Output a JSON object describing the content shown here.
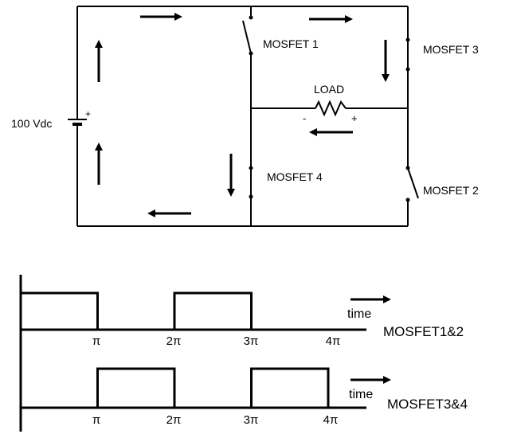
{
  "circuit": {
    "source_label": "100 Vdc",
    "source_plus": "+",
    "load_label": "LOAD",
    "load_minus": "-",
    "load_plus": "+",
    "switches": [
      {
        "id": "m1",
        "label": "MOSFET 1"
      },
      {
        "id": "m3",
        "label": "MOSFET 3"
      },
      {
        "id": "m4",
        "label": "MOSFET 4"
      },
      {
        "id": "m2",
        "label": "MOSFET 2"
      }
    ]
  },
  "timing": {
    "tick_labels": [
      "π",
      "2π",
      "3π",
      "4π"
    ],
    "time_label": "time",
    "rows": [
      {
        "name": "MOSFET1&2",
        "high_intervals": [
          [
            0,
            1
          ],
          [
            2,
            3
          ]
        ]
      },
      {
        "name": "MOSFET3&4",
        "high_intervals": [
          [
            1,
            2
          ],
          [
            3,
            4
          ]
        ]
      }
    ]
  }
}
